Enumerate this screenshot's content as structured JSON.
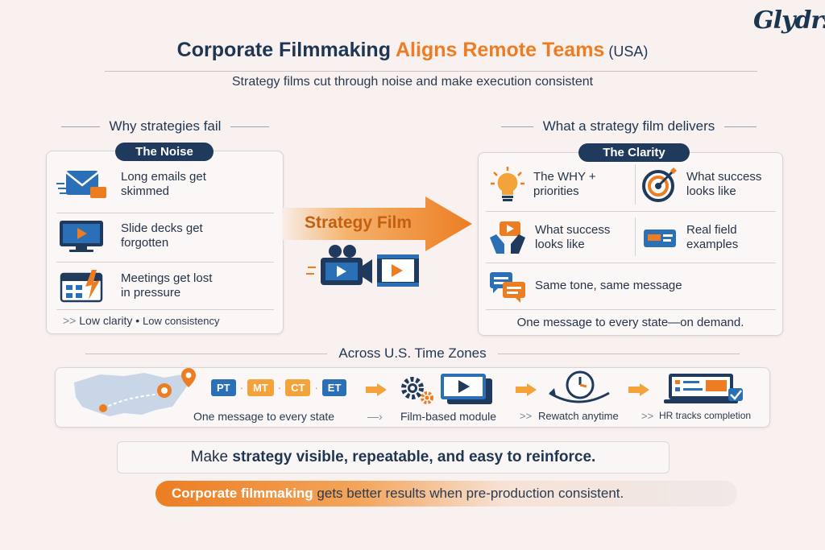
{
  "logo": "Glydrs",
  "header": {
    "title_part1": "Corporate Filmmaking ",
    "title_part2": "Aligns Remote Teams",
    "title_part3": " (USA)",
    "subtitle": "Strategy films cut through noise and make execution consistent"
  },
  "left": {
    "heading": "Why strategies fail",
    "pill": "The Noise",
    "items": [
      {
        "line1": "Long emails get",
        "line2": "skimmed",
        "icon": "email-icon"
      },
      {
        "line1": "Slide decks get",
        "line2": "forgotten",
        "icon": "monitor-play-icon"
      },
      {
        "line1": "Meetings get lost",
        "line2": "in pressure",
        "icon": "calendar-lightning-icon"
      }
    ],
    "footer": "Low clarity",
    "footer_sep": "•",
    "footer2": "Low consistency"
  },
  "center": {
    "arrow_label": "Strategy Film"
  },
  "right": {
    "heading": "What a strategy film delivers",
    "pill": "The Clarity",
    "cells": [
      {
        "line1": "The WHY +",
        "line2": "priorities",
        "icon": "lightbulb-icon"
      },
      {
        "line1": "What success",
        "line2": "looks like",
        "icon": "target-icon"
      },
      {
        "line1": "What success",
        "line2": "looks like",
        "icon": "hands-video-icon"
      },
      {
        "line1": "Real field",
        "line2": "examples",
        "icon": "id-card-icon"
      }
    ],
    "wide": "Same tone, same message",
    "footer": "One message to every state—on demand."
  },
  "timezones": {
    "heading": "Across U.S. Time Zones",
    "zones": [
      "PT",
      "MT",
      "CT",
      "ET"
    ],
    "flow": [
      "One message to every state",
      "Film-based module",
      "Rewatch anytime",
      "HR tracks completion"
    ]
  },
  "bottom": {
    "line1_a": "Make ",
    "line1_b": "strategy visible, repeatable, and easy to reinforce.",
    "line2_a": "Corporate filmmaking",
    "line2_b": " gets better results when pre-production consistent."
  },
  "colors": {
    "navy": "#1f3a5c",
    "orange": "#ec7d22",
    "blue": "#2b6fb6"
  }
}
